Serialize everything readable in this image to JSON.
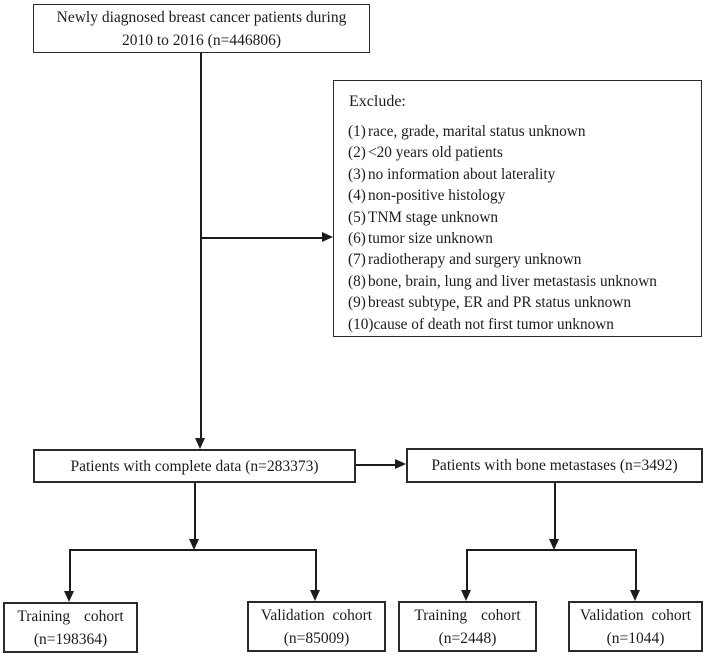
{
  "colors": {
    "background": "#ffffff",
    "box_border": "#2a2a2a",
    "line": "#1c1c1c",
    "text": "#1c1c1c"
  },
  "boxes": {
    "initial": {
      "line1": "Newly diagnosed breast cancer patients during",
      "line2": "2010 to 2016 (n=446806)"
    },
    "exclude": {
      "title": "Exclude:",
      "items": [
        {
          "num": "(1)",
          "text": "race, grade, marital status unknown"
        },
        {
          "num": "(2)",
          "text": "<20 years old patients"
        },
        {
          "num": "(3)",
          "text": "no information about laterality"
        },
        {
          "num": "(4)",
          "text": "non-positive histology"
        },
        {
          "num": "(5)",
          "text": "TNM stage unknown"
        },
        {
          "num": "(6)",
          "text": "tumor size unknown"
        },
        {
          "num": "(7)",
          "text": "radiotherapy and surgery unknown"
        },
        {
          "num": "(8)",
          "text": "bone, brain, lung and liver metastasis unknown"
        },
        {
          "num": "(9)",
          "text": "breast subtype, ER and PR status unknown"
        },
        {
          "num": "(10)",
          "text": "cause of death not first tumor unknown"
        }
      ]
    },
    "complete_data": {
      "label": "Patients with complete data (n=283373)"
    },
    "bone_metastases": {
      "label": "Patients with bone metastases (n=3492)"
    },
    "training_complete": {
      "line1": "Training cohort",
      "line2": "(n=198364)"
    },
    "validation_complete": {
      "line1": "Validation cohort",
      "line2": "(n=85009)"
    },
    "training_bone": {
      "line1": "Training cohort",
      "line2": "(n=2448)"
    },
    "validation_bone": {
      "line1": "Validation cohort",
      "line2": "(n=1044)"
    }
  }
}
